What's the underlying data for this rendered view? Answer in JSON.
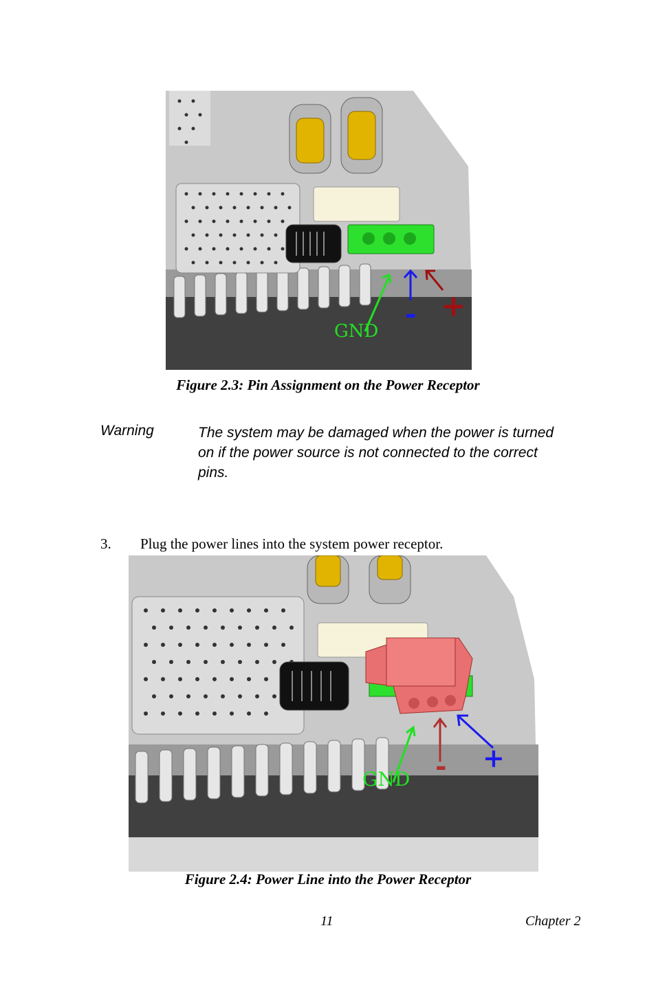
{
  "figure1": {
    "caption": "Figure 2.3: Pin Assignment on the Power Receptor",
    "labels": {
      "gnd": "GND",
      "minus": "-",
      "plus": "+"
    },
    "colors": {
      "gnd": "#22e022",
      "minus": "#1a1aee",
      "plus": "#a01010",
      "connector": "#2ee02e"
    }
  },
  "warning": {
    "label": "Warning",
    "text": "The system may be damaged when the power is turned on if the power source is not connected to the correct pins."
  },
  "step": {
    "number": "3.",
    "text": "Plug the power lines into the system power receptor."
  },
  "figure2": {
    "caption": "Figure 2.4: Power Line into the Power Receptor",
    "labels": {
      "gnd": "GND",
      "minus": "-",
      "plus": "+"
    },
    "colors": {
      "gnd": "#22e022",
      "minus": "#b03030",
      "plus": "#1a1aee",
      "plug": "#e87070"
    }
  },
  "footer": {
    "page_number": "11",
    "chapter": "Chapter 2"
  }
}
